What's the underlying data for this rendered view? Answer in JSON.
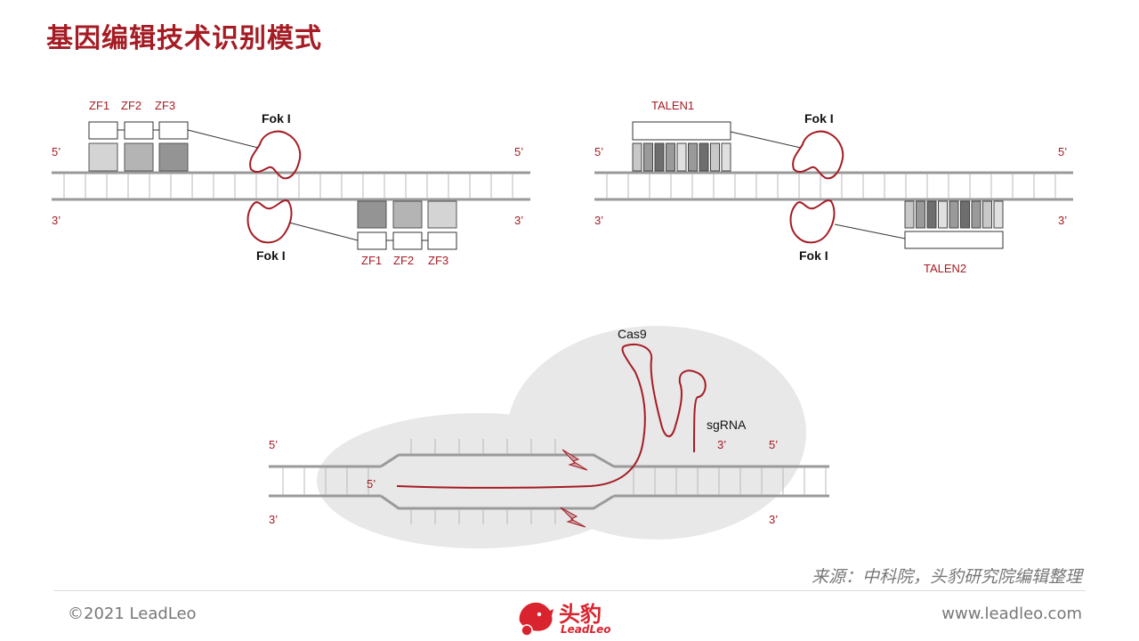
{
  "title": "基因编辑技术识别模式",
  "zfn": {
    "zf_labels": [
      "ZF1",
      "ZF2",
      "ZF3"
    ],
    "fok_label": "Fok I",
    "strand_5": "5’",
    "strand_3": "3’"
  },
  "talen": {
    "talen1_label": "TALEN1",
    "talen2_label": "TALEN2",
    "fok_label": "Fok I",
    "strand_5": "5’",
    "strand_3": "3’"
  },
  "crispr": {
    "cas9_label": "Cas9",
    "sgrna_label": "sgRNA",
    "strand_5": "5’",
    "strand_3": "3’"
  },
  "source_note": "来源：中科院，头豹研究院编辑整理",
  "footer": {
    "copyright": "©2021 LeadLeo",
    "website": "www.leadleo.com",
    "logo_cn": "头豹",
    "logo_en": "LeadLeo"
  },
  "colors": {
    "brand_red": "#a51c24",
    "dna_gray": "#9a9a9a",
    "cas_bg": "#e8e8e8"
  }
}
